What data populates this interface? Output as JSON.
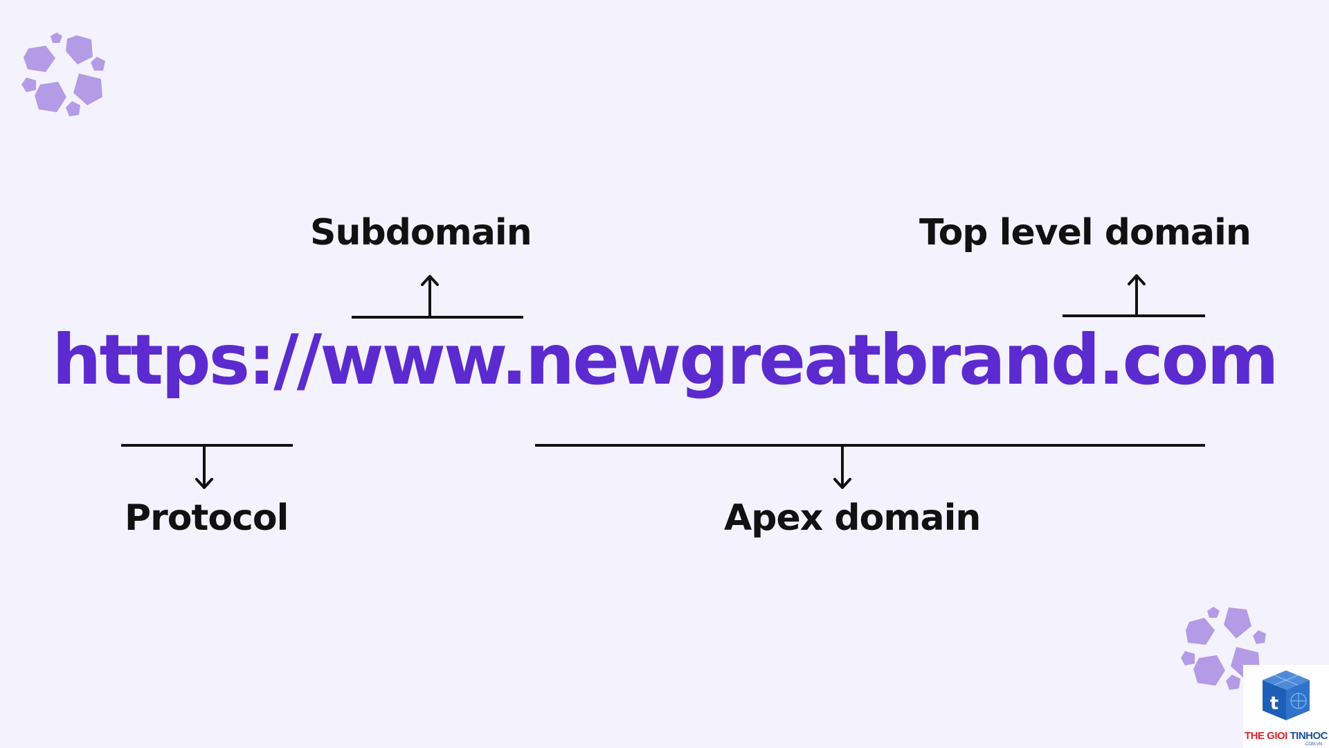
{
  "url": "https://www.newgreatbrand.com",
  "labels": {
    "subdomain": "Subdomain",
    "top_level_domain": "Top level domain",
    "protocol": "Protocol",
    "apex_domain": "Apex domain"
  },
  "colors": {
    "background": "#f4f2fc",
    "url_text": "#5b2bd0",
    "label_text": "#111111",
    "decoration": "#b49be6"
  },
  "watermark": {
    "brand_part1": "THE GIOI",
    "brand_part2": "TINHOC",
    "domain": ".COM.VN"
  }
}
